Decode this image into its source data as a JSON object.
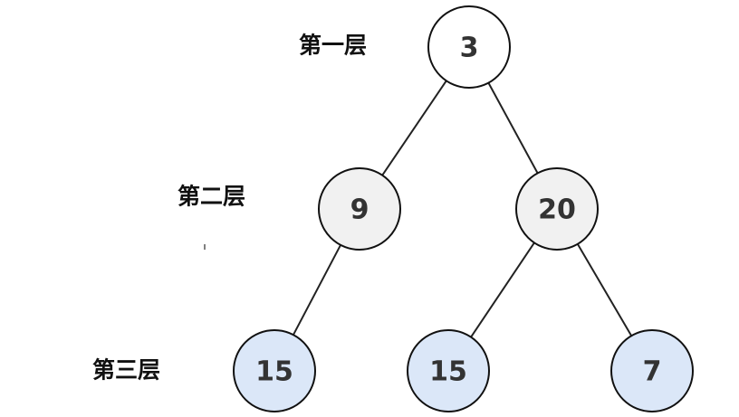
{
  "levels": [
    {
      "label": "第一层"
    },
    {
      "label": "第二层"
    },
    {
      "label": "第三层"
    }
  ],
  "nodes": [
    {
      "id": "n1",
      "value": "3",
      "level": 0,
      "fill": "#ffffff"
    },
    {
      "id": "n2",
      "value": "9",
      "level": 1,
      "fill": "#f1f1f1"
    },
    {
      "id": "n3",
      "value": "20",
      "level": 1,
      "fill": "#f1f1f1"
    },
    {
      "id": "n4",
      "value": "15",
      "level": 2,
      "fill": "#dbe7f8"
    },
    {
      "id": "n5",
      "value": "15",
      "level": 2,
      "fill": "#dbe7f8"
    },
    {
      "id": "n6",
      "value": "7",
      "level": 2,
      "fill": "#dbe7f8"
    }
  ],
  "edges": [
    {
      "from": "n1",
      "to": "n2"
    },
    {
      "from": "n1",
      "to": "n3"
    },
    {
      "from": "n2",
      "to": "n4"
    },
    {
      "from": "n3",
      "to": "n5"
    },
    {
      "from": "n3",
      "to": "n6"
    }
  ]
}
